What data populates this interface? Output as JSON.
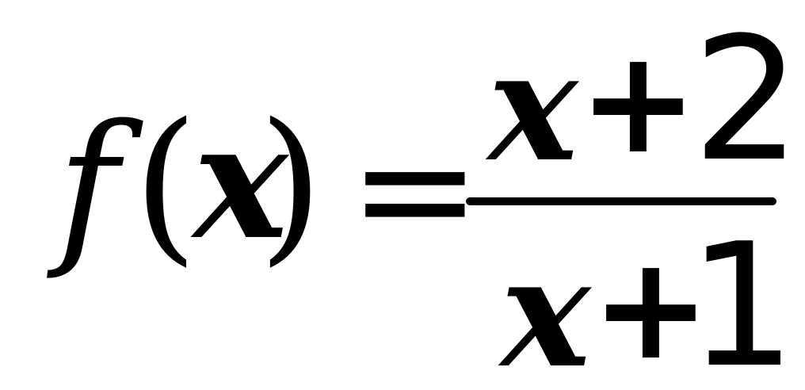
{
  "formula": {
    "lhs": {
      "function_name": "f",
      "open_paren": "(",
      "variable": "x",
      "close_paren": ")"
    },
    "equals_sign": "=",
    "numerator": {
      "variable": "x",
      "operator": "+",
      "constant": "2"
    },
    "denominator": {
      "variable": "x",
      "operator": "+",
      "constant": "1"
    }
  }
}
